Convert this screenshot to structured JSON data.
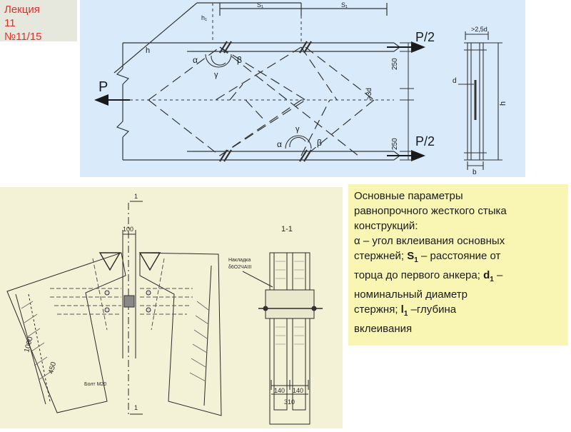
{
  "lecture": {
    "line1": "Лекция",
    "line2": "11",
    "line3": "№11/15"
  },
  "top_drawing": {
    "force_left": "P",
    "force_top_right": "P/2",
    "force_bottom_right": "P/2",
    "label_h_diag": "h",
    "label_h1": "h₁",
    "label_s1_left": "S₁",
    "label_s1_right": "S₁",
    "label_alpha_top": "α",
    "label_beta_top": "β",
    "label_gamma_top": "γ",
    "label_alpha_bottom": "α",
    "label_beta_bottom": "β",
    "label_gamma_bottom": "γ",
    "dim_250_top": "250",
    "dim_3d": ">3d",
    "dim_250_bottom": "250",
    "dim_25d": ">2,5d",
    "label_d": "d",
    "label_h_side": "h",
    "label_b": "b"
  },
  "bottom_drawing": {
    "section_mark_top": "1",
    "section_mark_bottom": "1",
    "dim_100": "100",
    "section_title": "1-1",
    "plate_label_1": "Накладка",
    "plate_label_2": "δ6О2ЧАIII",
    "bolt_label": "Болт M20",
    "dim_1000": "1000",
    "dim_450": "450",
    "dim_140_left": "140",
    "dim_140_right": "140",
    "dim_310": "310"
  },
  "description": {
    "line1": "Основные параметры",
    "line2": "равнопрочного жесткого стыка",
    "line3": "конструкций:",
    "line4": "α – угол вклеивания основных",
    "line5_a": "стержней; ",
    "line5_s": "S",
    "line5_sub": "1",
    "line5_b": " – расстояние от",
    "line6_a": "торца до первого анкера; ",
    "line6_d": "d",
    "line6_sub": "1",
    "line6_b": " –",
    "line7": "номинальный диаметр",
    "line8_a": "стержня; ",
    "line8_l": "l",
    "line8_sub": "1",
    "line8_b": " –глубина",
    "line9": "вклеивания"
  },
  "colors": {
    "lecture_text": "#e0302a",
    "top_panel_bg": "#d9ebfb",
    "bottom_panel_bg": "#f3f1d6",
    "text_box_bg": "#f9f6b3"
  }
}
